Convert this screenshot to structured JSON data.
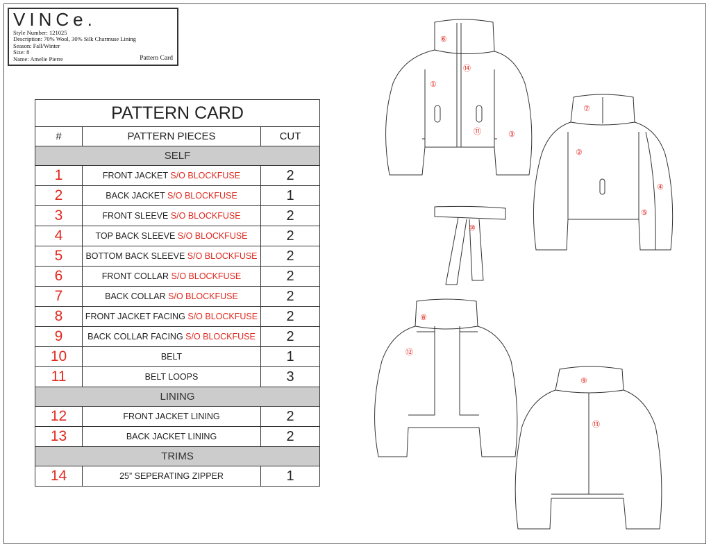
{
  "header": {
    "brand": "VINCe.",
    "style_number": "Style Number: 121025",
    "description": "Description: 70% Wool, 30% Silk Charmuse Lining",
    "season": "Season: Fall/Winter",
    "size": "Size: 8",
    "name": "Name: Amelie Pierre",
    "card_label": "Pattern Card"
  },
  "table": {
    "title": "PATTERN CARD",
    "columns": [
      "#",
      "PATTERN PIECES",
      "CUT"
    ],
    "sections": [
      {
        "name": "SELF",
        "rows": [
          {
            "num": "1",
            "piece": "FRONT JACKET ",
            "note": "S/O BLOCKFUSE",
            "cut": "2"
          },
          {
            "num": "2",
            "piece": "BACK JACKET ",
            "note": "S/O BLOCKFUSE",
            "cut": "1"
          },
          {
            "num": "3",
            "piece": "FRONT SLEEVE ",
            "note": "S/O BLOCKFUSE",
            "cut": "2"
          },
          {
            "num": "4",
            "piece": "TOP BACK SLEEVE ",
            "note": "S/O BLOCKFUSE",
            "cut": "2"
          },
          {
            "num": "5",
            "piece": "BOTTOM BACK SLEEVE ",
            "note": "S/O BLOCKFUSE",
            "cut": "2"
          },
          {
            "num": "6",
            "piece": "FRONT COLLAR ",
            "note": "S/O BLOCKFUSE",
            "cut": "2"
          },
          {
            "num": "7",
            "piece": "BACK COLLAR ",
            "note": "S/O BLOCKFUSE",
            "cut": "2"
          },
          {
            "num": "8",
            "piece": "FRONT JACKET FACING ",
            "note": "S/O BLOCKFUSE",
            "cut": "2"
          },
          {
            "num": "9",
            "piece": "BACK COLLAR FACING ",
            "note": "S/O BLOCKFUSE",
            "cut": "2"
          },
          {
            "num": "10",
            "piece": "BELT",
            "note": "",
            "cut": "1"
          },
          {
            "num": "11",
            "piece": "BELT LOOPS",
            "note": "",
            "cut": "3"
          }
        ]
      },
      {
        "name": "LINING",
        "rows": [
          {
            "num": "12",
            "piece": "FRONT JACKET LINING",
            "note": "",
            "cut": "2"
          },
          {
            "num": "13",
            "piece": "BACK JACKET LINING",
            "note": "",
            "cut": "2"
          }
        ]
      },
      {
        "name": "TRIMS",
        "rows": [
          {
            "num": "14",
            "piece": "25” SEPERATING ZIPPER",
            "note": "",
            "cut": "1"
          }
        ]
      }
    ]
  },
  "drawing_labels": [
    "⑥",
    "⑭",
    "①",
    "⑪",
    "③",
    "⑦",
    "②",
    "④",
    "⑤",
    "⑩",
    "⑧",
    "⑫",
    "⑨",
    "⑬"
  ],
  "colors": {
    "accent_red": "#e0281e",
    "section_gray": "#cccccc",
    "line": "#333333"
  }
}
